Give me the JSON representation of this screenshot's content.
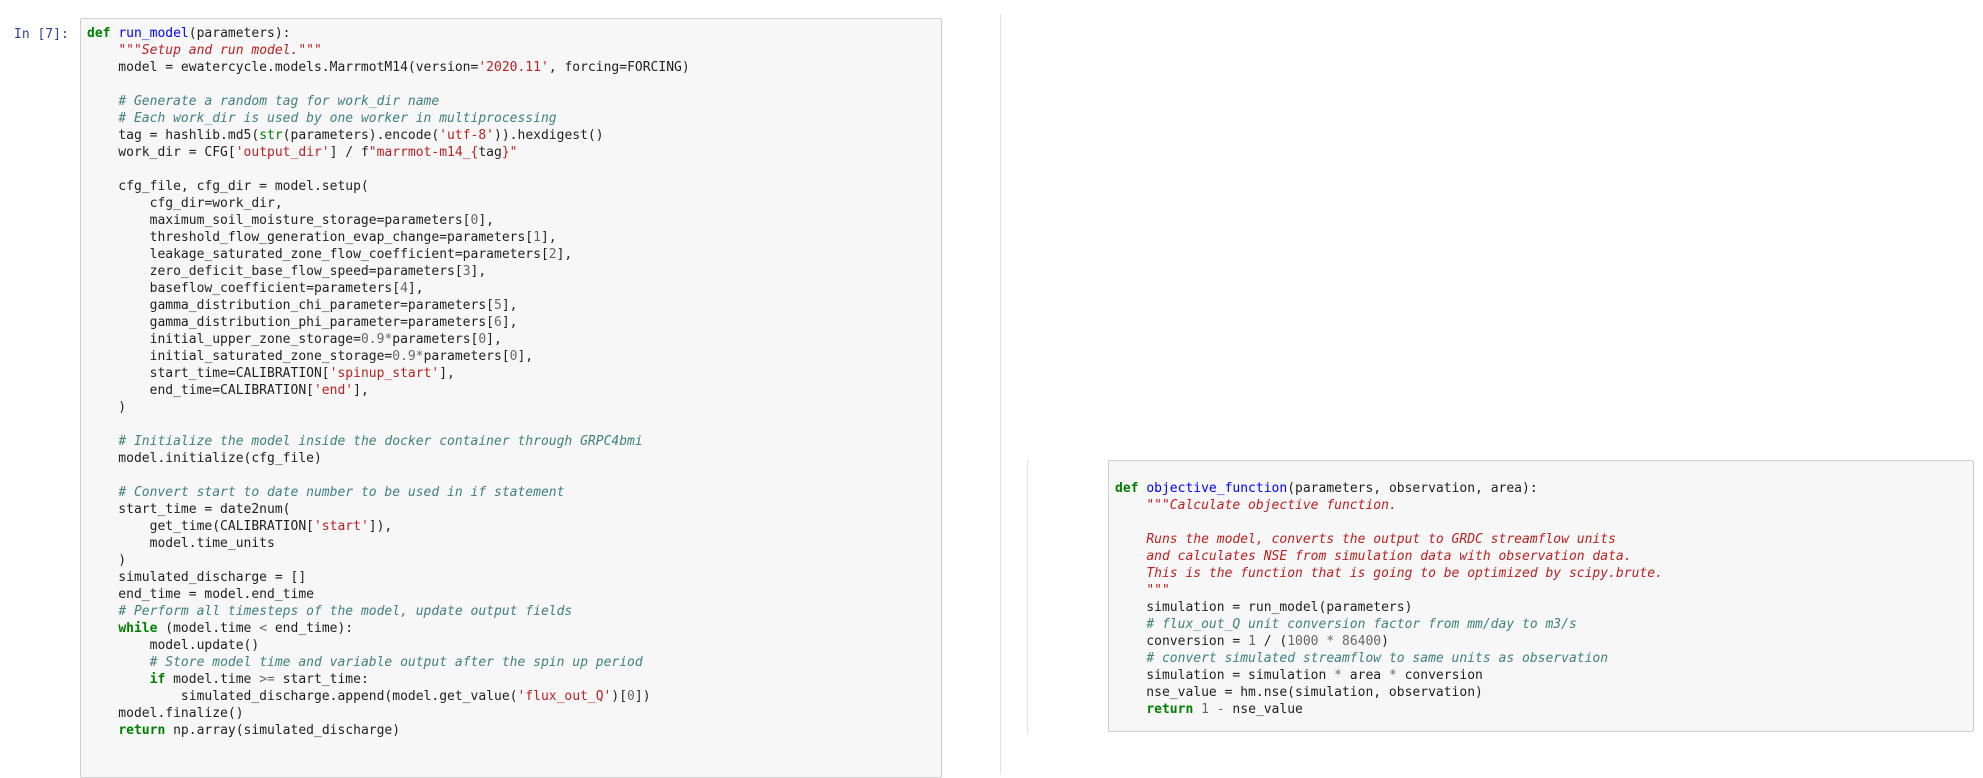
{
  "notebook": {
    "prompt_label": "In [7]:",
    "cells": [
      {
        "lines": [
          [
            [
              "k",
              "def"
            ],
            [
              "t",
              " "
            ],
            [
              "f",
              "run_model"
            ],
            [
              "t",
              "(parameters):"
            ]
          ],
          [
            [
              "t",
              "    "
            ],
            [
              "sd",
              "\"\"\"Setup and run model.\"\"\""
            ]
          ],
          [
            [
              "t",
              "    model = ewatercycle.models.MarrmotM14(version="
            ],
            [
              "s",
              "'2020.11'"
            ],
            [
              "t",
              ", forcing=FORCING)"
            ]
          ],
          [],
          [
            [
              "t",
              "    "
            ],
            [
              "c",
              "# Generate a random tag for work_dir name"
            ]
          ],
          [
            [
              "t",
              "    "
            ],
            [
              "c",
              "# Each work_dir is used by one worker in multiprocessing"
            ]
          ],
          [
            [
              "t",
              "    tag = hashlib.md5("
            ],
            [
              "b",
              "str"
            ],
            [
              "t",
              "(parameters).encode("
            ],
            [
              "s",
              "'utf-8'"
            ],
            [
              "t",
              ")).hexdigest()"
            ]
          ],
          [
            [
              "t",
              "    work_dir = CFG["
            ],
            [
              "s",
              "'output_dir'"
            ],
            [
              "t",
              "] / f"
            ],
            [
              "s",
              "\"marrmot-m14_{"
            ],
            [
              "t",
              "tag"
            ],
            [
              "s",
              "}\""
            ]
          ],
          [],
          [
            [
              "t",
              "    cfg_file, cfg_dir = model.setup("
            ]
          ],
          [
            [
              "t",
              "        cfg_dir=work_dir,"
            ]
          ],
          [
            [
              "t",
              "        maximum_soil_moisture_storage=parameters["
            ],
            [
              "n",
              "0"
            ],
            [
              "t",
              "],"
            ]
          ],
          [
            [
              "t",
              "        threshold_flow_generation_evap_change=parameters["
            ],
            [
              "n",
              "1"
            ],
            [
              "t",
              "],"
            ]
          ],
          [
            [
              "t",
              "        leakage_saturated_zone_flow_coefficient=parameters["
            ],
            [
              "n",
              "2"
            ],
            [
              "t",
              "],"
            ]
          ],
          [
            [
              "t",
              "        zero_deficit_base_flow_speed=parameters["
            ],
            [
              "n",
              "3"
            ],
            [
              "t",
              "],"
            ]
          ],
          [
            [
              "t",
              "        baseflow_coefficient=parameters["
            ],
            [
              "n",
              "4"
            ],
            [
              "t",
              "],"
            ]
          ],
          [
            [
              "t",
              "        gamma_distribution_chi_parameter=parameters["
            ],
            [
              "n",
              "5"
            ],
            [
              "t",
              "],"
            ]
          ],
          [
            [
              "t",
              "        gamma_distribution_phi_parameter=parameters["
            ],
            [
              "n",
              "6"
            ],
            [
              "t",
              "],"
            ]
          ],
          [
            [
              "t",
              "        initial_upper_zone_storage="
            ],
            [
              "n",
              "0.9"
            ],
            [
              "o",
              "*"
            ],
            [
              "t",
              "parameters["
            ],
            [
              "n",
              "0"
            ],
            [
              "t",
              "],"
            ]
          ],
          [
            [
              "t",
              "        initial_saturated_zone_storage="
            ],
            [
              "n",
              "0.9"
            ],
            [
              "o",
              "*"
            ],
            [
              "t",
              "parameters["
            ],
            [
              "n",
              "0"
            ],
            [
              "t",
              "],"
            ]
          ],
          [
            [
              "t",
              "        start_time=CALIBRATION["
            ],
            [
              "s",
              "'spinup_start'"
            ],
            [
              "t",
              "],"
            ]
          ],
          [
            [
              "t",
              "        end_time=CALIBRATION["
            ],
            [
              "s",
              "'end'"
            ],
            [
              "t",
              "],"
            ]
          ],
          [
            [
              "t",
              "    )"
            ]
          ],
          [],
          [
            [
              "t",
              "    "
            ],
            [
              "c",
              "# Initialize the model inside the docker container through GRPC4bmi"
            ]
          ],
          [
            [
              "t",
              "    model.initialize(cfg_file)"
            ]
          ],
          [],
          [
            [
              "t",
              "    "
            ],
            [
              "c",
              "# Convert start to date number to be used in if statement"
            ]
          ],
          [
            [
              "t",
              "    start_time = date2num("
            ]
          ],
          [
            [
              "t",
              "        get_time(CALIBRATION["
            ],
            [
              "s",
              "'start'"
            ],
            [
              "t",
              "]),"
            ]
          ],
          [
            [
              "t",
              "        model.time_units"
            ]
          ],
          [
            [
              "t",
              "    )"
            ]
          ],
          [
            [
              "t",
              "    simulated_discharge = []"
            ]
          ],
          [
            [
              "t",
              "    end_time = model.end_time"
            ]
          ],
          [
            [
              "t",
              "    "
            ],
            [
              "c",
              "# Perform all timesteps of the model, update output fields"
            ]
          ],
          [
            [
              "t",
              "    "
            ],
            [
              "k",
              "while"
            ],
            [
              "t",
              " (model.time "
            ],
            [
              "o",
              "<"
            ],
            [
              "t",
              " end_time):"
            ]
          ],
          [
            [
              "t",
              "        model.update()"
            ]
          ],
          [
            [
              "t",
              "        "
            ],
            [
              "c",
              "# Store model time and variable output after the spin up period"
            ]
          ],
          [
            [
              "t",
              "        "
            ],
            [
              "k",
              "if"
            ],
            [
              "t",
              " model.time "
            ],
            [
              "o",
              ">="
            ],
            [
              "t",
              " start_time:"
            ]
          ],
          [
            [
              "t",
              "            simulated_discharge.append(model.get_value("
            ],
            [
              "s",
              "'flux_out_Q'"
            ],
            [
              "t",
              ")["
            ],
            [
              "n",
              "0"
            ],
            [
              "t",
              "])"
            ]
          ],
          [
            [
              "t",
              "    model.finalize()"
            ]
          ],
          [
            [
              "t",
              "    "
            ],
            [
              "k",
              "return"
            ],
            [
              "t",
              " np.array(simulated_discharge)"
            ]
          ]
        ]
      },
      {
        "lines": [
          [
            [
              "k",
              "def"
            ],
            [
              "t",
              " "
            ],
            [
              "f",
              "objective_function"
            ],
            [
              "t",
              "(parameters, observation, area):"
            ]
          ],
          [
            [
              "t",
              "    "
            ],
            [
              "sd",
              "\"\"\"Calculate objective function."
            ]
          ],
          [],
          [
            [
              "t",
              "    "
            ],
            [
              "sd",
              "Runs the model, converts the output to GRDC streamflow units"
            ]
          ],
          [
            [
              "t",
              "    "
            ],
            [
              "sd",
              "and calculates NSE from simulation data with observation data."
            ]
          ],
          [
            [
              "t",
              "    "
            ],
            [
              "sd",
              "This is the function that is going to be optimized by scipy.brute."
            ]
          ],
          [
            [
              "t",
              "    "
            ],
            [
              "sd",
              "\"\"\""
            ]
          ],
          [
            [
              "t",
              "    simulation = run_model(parameters)"
            ]
          ],
          [
            [
              "t",
              "    "
            ],
            [
              "c",
              "# flux_out_Q unit conversion factor from mm/day to m3/s"
            ]
          ],
          [
            [
              "t",
              "    conversion = "
            ],
            [
              "n",
              "1"
            ],
            [
              "t",
              " / ("
            ],
            [
              "n",
              "1000"
            ],
            [
              "t",
              " "
            ],
            [
              "o",
              "*"
            ],
            [
              "t",
              " "
            ],
            [
              "n",
              "86400"
            ],
            [
              "t",
              ")"
            ]
          ],
          [
            [
              "t",
              "    "
            ],
            [
              "c",
              "# convert simulated streamflow to same units as observation"
            ]
          ],
          [
            [
              "t",
              "    simulation = simulation "
            ],
            [
              "o",
              "*"
            ],
            [
              "t",
              " area "
            ],
            [
              "o",
              "*"
            ],
            [
              "t",
              " conversion"
            ]
          ],
          [
            [
              "t",
              "    nse_value = hm.nse(simulation, observation)"
            ]
          ],
          [
            [
              "t",
              "    "
            ],
            [
              "k",
              "return"
            ],
            [
              "t",
              " "
            ],
            [
              "n",
              "1"
            ],
            [
              "t",
              " "
            ],
            [
              "o",
              "-"
            ],
            [
              "t",
              " nse_value"
            ]
          ]
        ]
      }
    ]
  }
}
